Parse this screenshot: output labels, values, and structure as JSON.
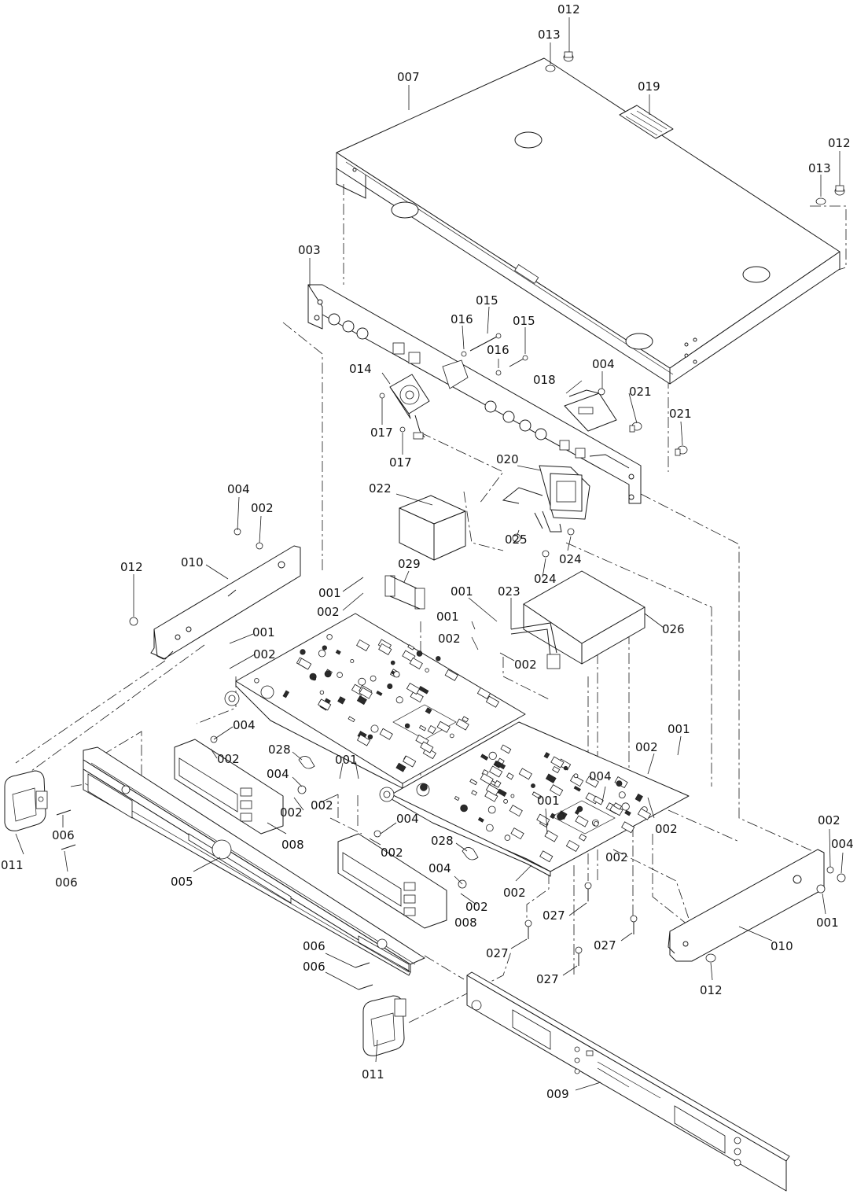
{
  "colors": {
    "line": "#1a1a1a",
    "background": "#ffffff"
  },
  "labels": {
    "p012a": "012",
    "p013a": "013",
    "p007": "007",
    "p019": "019",
    "p012b": "012",
    "p013b": "013",
    "p003": "003",
    "p015a": "015",
    "p016a": "016",
    "p015b": "015",
    "p016b": "016",
    "p004a": "004",
    "p018": "018",
    "p014": "014",
    "p021a": "021",
    "p021b": "021",
    "p017a": "017",
    "p017b": "017",
    "p020": "020",
    "p022": "022",
    "p004b": "004",
    "p002a": "002",
    "p025": "025",
    "p024a": "024",
    "p024b": "024",
    "p012c": "012",
    "p010a": "010",
    "p029": "029",
    "p001a": "001",
    "p002b": "002",
    "p001b": "001",
    "p001c": "001",
    "p023": "023",
    "p026": "026",
    "p002c": "002",
    "p002d": "002",
    "p001d": "001",
    "p002e": "002",
    "p004c": "004",
    "p028a": "028",
    "p001e": "001",
    "p002f": "002",
    "p004d": "004",
    "p004e": "004",
    "p001f": "001",
    "p002g": "002",
    "p002h": "002",
    "p002i": "002",
    "p008a": "008",
    "p001g": "001",
    "p002j": "002",
    "p011a": "011",
    "p006a": "006",
    "p006b": "006",
    "p004f": "004",
    "p002k": "002",
    "p028b": "028",
    "p002l": "002",
    "p004g": "004",
    "p002m": "002",
    "p005": "005",
    "p002n": "002",
    "p002o": "002",
    "p004h": "004",
    "p001h": "001",
    "p008b": "008",
    "p027a": "027",
    "p027b": "027",
    "p027c": "027",
    "p010b": "010",
    "p012d": "012",
    "p027d": "027",
    "p006c": "006",
    "p006d": "006",
    "p011b": "011",
    "p009": "009"
  }
}
